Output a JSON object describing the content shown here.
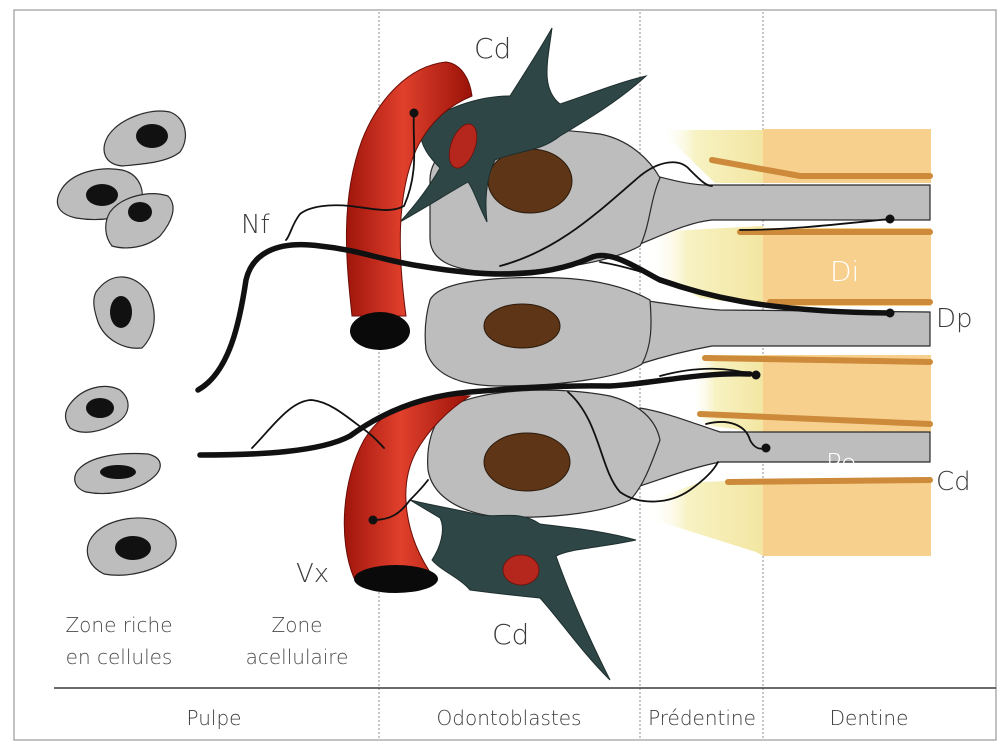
{
  "labels": {
    "cd_top": "Cd",
    "nf": "Nf",
    "di": "Di",
    "dp": "Dp",
    "po": "Po",
    "cd_right": "Cd",
    "vx": "Vx",
    "cd_bottom": "Cd"
  },
  "zones": {
    "riche_line1": "Zone riche",
    "riche_line2": "en cellules",
    "acell_line1": "Zone",
    "acell_line2": "acellulaire"
  },
  "columns": {
    "pulpe": "Pulpe",
    "odontoblastes": "Odontoblastes",
    "predentine": "Prédentine",
    "dentine": "Dentine"
  },
  "colors": {
    "cell_gray": "#bdbdbd",
    "nucleus_brown": "#5e3517",
    "vessel_red": "#c8261a",
    "dendritic_teal": "#2f4646",
    "dentine_orange": "#f8d08e",
    "predentine_yellow": "#f6f0b4",
    "collagen_line": "#cc8a3a"
  }
}
